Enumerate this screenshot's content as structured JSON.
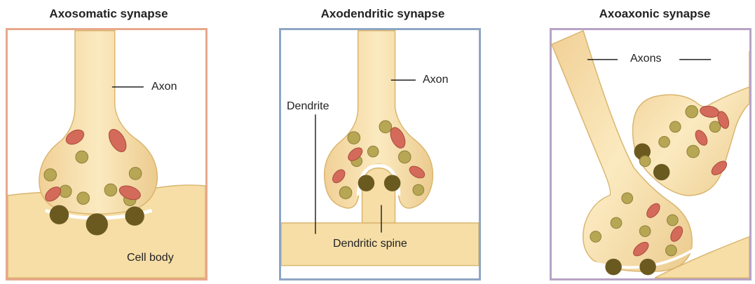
{
  "panels": [
    {
      "title": "Axosomatic synapse",
      "labels": {
        "axon": "Axon",
        "cell_body": "Cell body"
      },
      "border_color": "#e8a88c"
    },
    {
      "title": "Axodendritic synapse",
      "labels": {
        "axon": "Axon",
        "dendrite": "Dendrite",
        "dendritic_spine": "Dendritic spine"
      },
      "border_color": "#8ea6c4"
    },
    {
      "title": "Axoaxonic synapse",
      "labels": {
        "axons": "Axons"
      },
      "border_color": "#b7a3c6"
    }
  ],
  "colors": {
    "tissue": "#f6dea6",
    "tissue_edge": "#d9b56e",
    "vesicle": "#b7a653",
    "mitochondria": "#d46a5a",
    "receptor_pocket": "#6b5a20"
  }
}
